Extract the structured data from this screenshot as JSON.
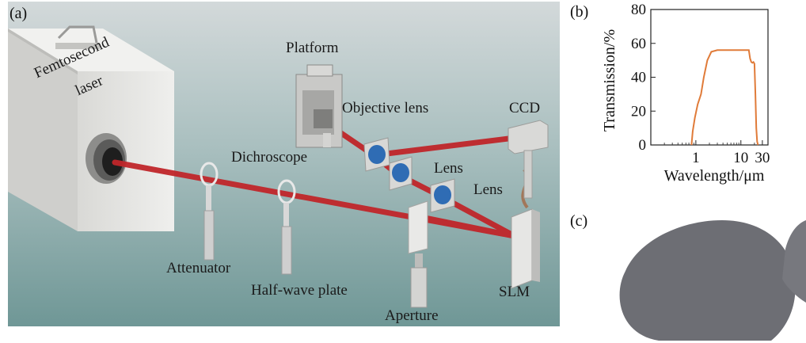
{
  "panel_a": {
    "tag": "(a)",
    "labels": {
      "laser_line1": "Femtosecond",
      "laser_line2": "laser",
      "platform": "Platform",
      "objective": "Objective lens",
      "ccd": "CCD",
      "dichroscope": "Dichroscope",
      "lens1": "Lens",
      "lens2": "Lens",
      "attenuator": "Attenuator",
      "halfwave": "Half-wave plate",
      "aperture": "Aperture",
      "slm": "SLM"
    },
    "colors": {
      "beam": "#c0262a",
      "background_top": "#c9d2d3",
      "background_bottom": "#7fa3a2",
      "box": "#e4e4e2"
    }
  },
  "panel_b": {
    "tag": "(b)",
    "chart_data": {
      "type": "line",
      "xlabel": "Wavelength/μm",
      "ylabel": "Transmission/%",
      "xscale": "log",
      "xlim": [
        0.1,
        40
      ],
      "ylim": [
        0,
        80
      ],
      "xticks": [
        1,
        10,
        30
      ],
      "xtick_labels": [
        "1",
        "10",
        "30"
      ],
      "yticks": [
        0,
        20,
        40,
        60,
        80
      ],
      "ytick_labels": [
        "0",
        "20",
        "40",
        "60",
        "80"
      ],
      "grid": false,
      "series": [
        {
          "color": "#e07b39",
          "x": [
            0.8,
            0.85,
            0.95,
            1.1,
            1.3,
            1.5,
            1.8,
            2.2,
            3,
            5,
            10,
            15,
            16,
            17,
            18,
            19,
            20,
            21,
            22,
            23,
            24
          ],
          "y": [
            0,
            8,
            16,
            24,
            30,
            40,
            50,
            55,
            56,
            56,
            56,
            56,
            51,
            49,
            48.5,
            49,
            48,
            30,
            10,
            2,
            0
          ]
        }
      ]
    }
  },
  "panel_c": {
    "tag": "(c)",
    "colors": {
      "wafer": "#6d6e74"
    }
  }
}
